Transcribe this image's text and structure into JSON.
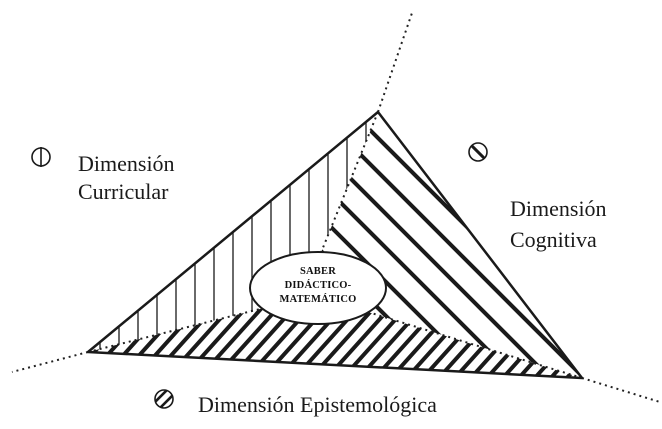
{
  "diagram": {
    "center_label": [
      "SABER",
      "DIDÁCTICO-",
      "MATEMÁTICO"
    ],
    "dimensions": {
      "curricular": {
        "line1": "Dimensión",
        "line2": "Curricular",
        "icon": "vertical-hatch-circle-icon"
      },
      "cognitiva": {
        "line1": "Dimensión",
        "line2": "Cognitiva",
        "icon": "diagonal-hatch-circle-icon"
      },
      "epistemologica": {
        "line1": "Dimensión Epistemológica",
        "icon": "dense-diagonal-hatch-circle-icon"
      }
    },
    "colors": {
      "ink": "#1a1a1a",
      "background": "#ffffff"
    }
  }
}
